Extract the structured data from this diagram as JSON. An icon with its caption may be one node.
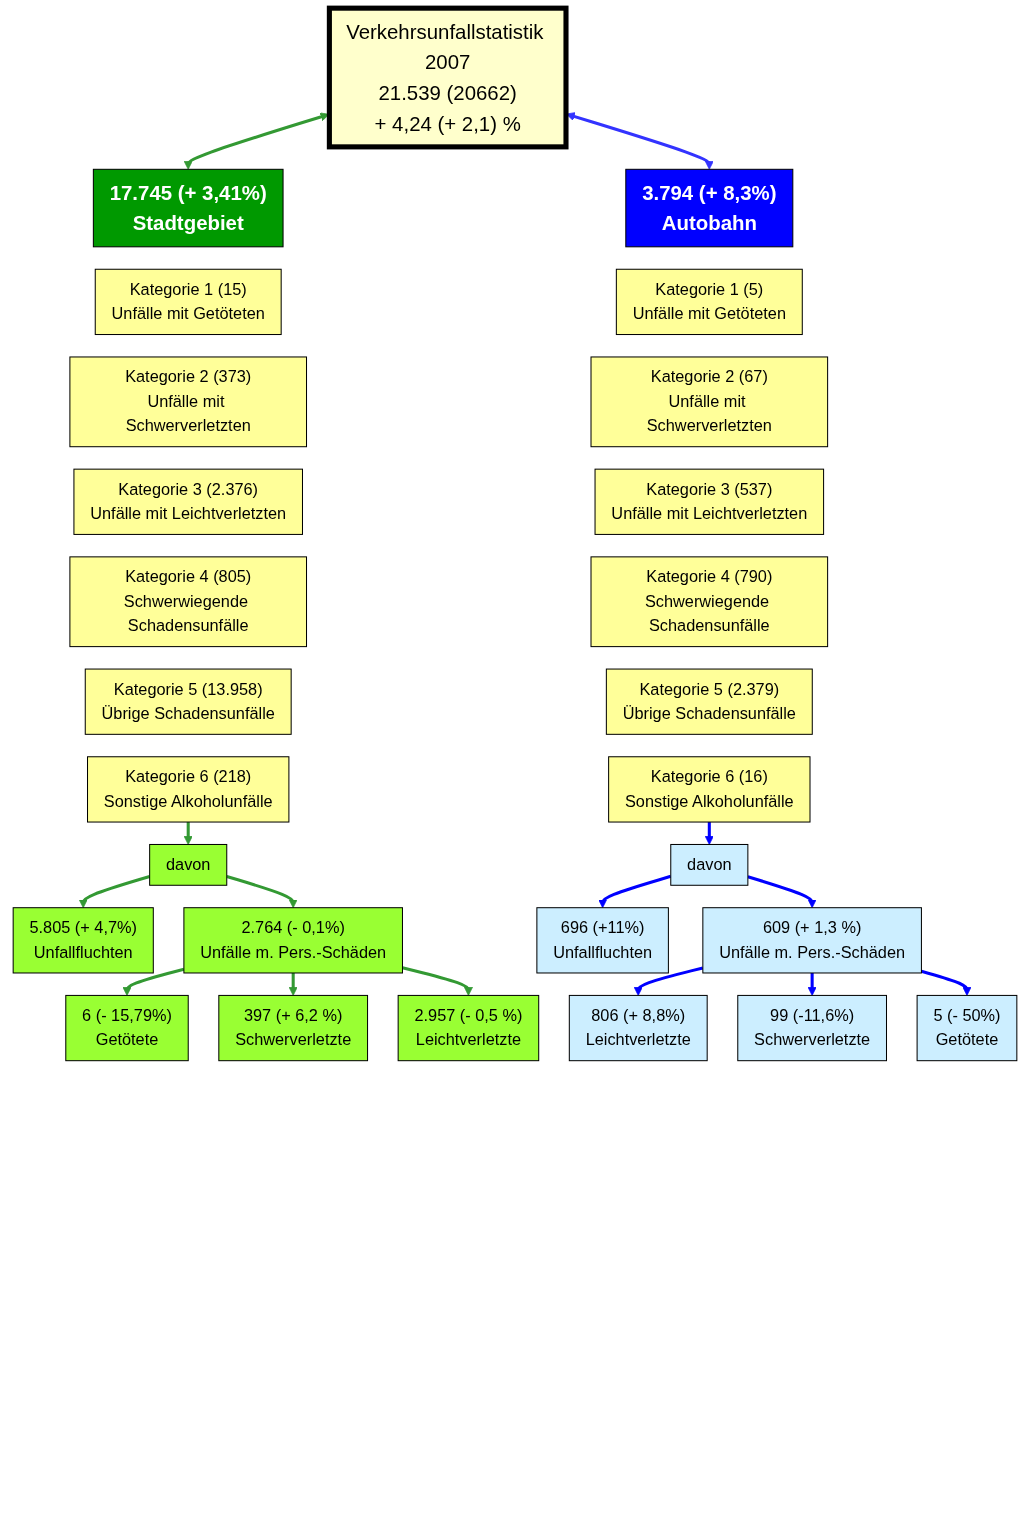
{
  "diagram": {
    "nodes": [
      {
        "text": [
          "Verkehrsunfallstatistik 2007",
          "21.539 (20662)",
          "+ 4,24 (+ 2,1) %"
        ]
      },
      {
        "text": [
          "17.745 (+ 3,41%)",
          "Stadtgebiet"
        ]
      },
      {
        "text": [
          "3.794 (+ 8,3%)",
          "Autobahn"
        ]
      },
      {
        "text": [
          "Kategorie 1 (15)",
          "Unfälle mit Getöteten"
        ]
      },
      {
        "text": [
          "Kategorie 2 (373)",
          "Unfälle mit Schwerverletzten"
        ]
      },
      {
        "text": [
          "Kategorie 3 (2.376)",
          "Unfälle mit Leichtverletzten"
        ]
      },
      {
        "text": [
          "Kategorie 4 (805)",
          "Schwerwiegende Schadensunfälle"
        ]
      },
      {
        "text": [
          "Kategorie 5 (13.958)",
          "Übrige Schadensunfälle"
        ]
      },
      {
        "text": [
          "Kategorie 6 (218)",
          "Sonstige Alkoholunfälle"
        ]
      },
      {
        "text": [
          "davon"
        ]
      },
      {
        "text": [
          "5.805 (+ 4,7%)",
          "Unfallfluchten"
        ]
      },
      {
        "text": [
          "2.764 (- 0,1%)",
          "Unfälle m. Pers.-Schäden"
        ]
      },
      {
        "text": [
          "6 (- 15,79%)",
          "Getötete"
        ]
      },
      {
        "text": [
          "2.957 (- 0,5 %)",
          "Leichtverletzte"
        ]
      },
      {
        "text": [
          "397 (+ 6,2 %)",
          "Schwerverletzte"
        ]
      },
      {
        "text": [
          "Kategorie 1 (5)",
          "Unfälle mit Getöteten"
        ]
      },
      {
        "text": [
          "Kategorie 2 (67)",
          "Unfälle mit Schwerverletzten"
        ]
      },
      {
        "text": [
          "Kategorie 3 (537)",
          "Unfälle mit Leichtverletzten"
        ]
      },
      {
        "text": [
          "Kategorie 4 (790)",
          "Schwerwiegende Schadensunfälle"
        ]
      },
      {
        "text": [
          "Kategorie 5 (2.379)",
          "Übrige Schadensunfälle"
        ]
      },
      {
        "text": [
          "Kategorie 6 (16)",
          "Sonstige Alkoholunfälle"
        ]
      },
      {
        "text": [
          "davon"
        ]
      },
      {
        "text": [
          "696 (+11%)",
          "Unfallfluchten"
        ]
      },
      {
        "text": [
          "609 (+ 1,3 %)",
          "Unfälle m. Pers.-Schäden"
        ]
      },
      {
        "text": [
          "806 (+ 8,8%)",
          "Leichtverletzte"
        ]
      },
      {
        "text": [
          "5 (- 50%)",
          "Getötete"
        ]
      },
      {
        "text": [
          "99 (-11,6%)",
          "Schwerverletzte"
        ]
      }
    ],
    "edges": [
      {
        "from": 0,
        "to": 1,
        "arrow": "both",
        "color": "#339933"
      },
      {
        "from": 0,
        "to": 2,
        "arrow": "both",
        "color": "#3333ff"
      },
      {
        "from": 8,
        "to": 9,
        "arrow": "to",
        "color": "#339933"
      },
      {
        "from": 9,
        "to": 10,
        "arrow": "to",
        "color": "#339933"
      },
      {
        "from": 9,
        "to": 11,
        "arrow": "to",
        "color": "#339933"
      },
      {
        "from": 11,
        "to": 12,
        "arrow": "to",
        "color": "#339933"
      },
      {
        "from": 11,
        "to": 14,
        "arrow": "to",
        "color": "#339933"
      },
      {
        "from": 11,
        "to": 13,
        "arrow": "to",
        "color": "#339933"
      },
      {
        "from": 20,
        "to": 21,
        "arrow": "to",
        "color": "#0000ff"
      },
      {
        "from": 21,
        "to": 22,
        "arrow": "to",
        "color": "#0000ff"
      },
      {
        "from": 21,
        "to": 23,
        "arrow": "to",
        "color": "#0000ff"
      },
      {
        "from": 23,
        "to": 24,
        "arrow": "to",
        "color": "#0000ff"
      },
      {
        "from": 23,
        "to": 26,
        "arrow": "to",
        "color": "#0000ff"
      },
      {
        "from": 23,
        "to": 25,
        "arrow": "to",
        "color": "#0000ff"
      }
    ]
  }
}
